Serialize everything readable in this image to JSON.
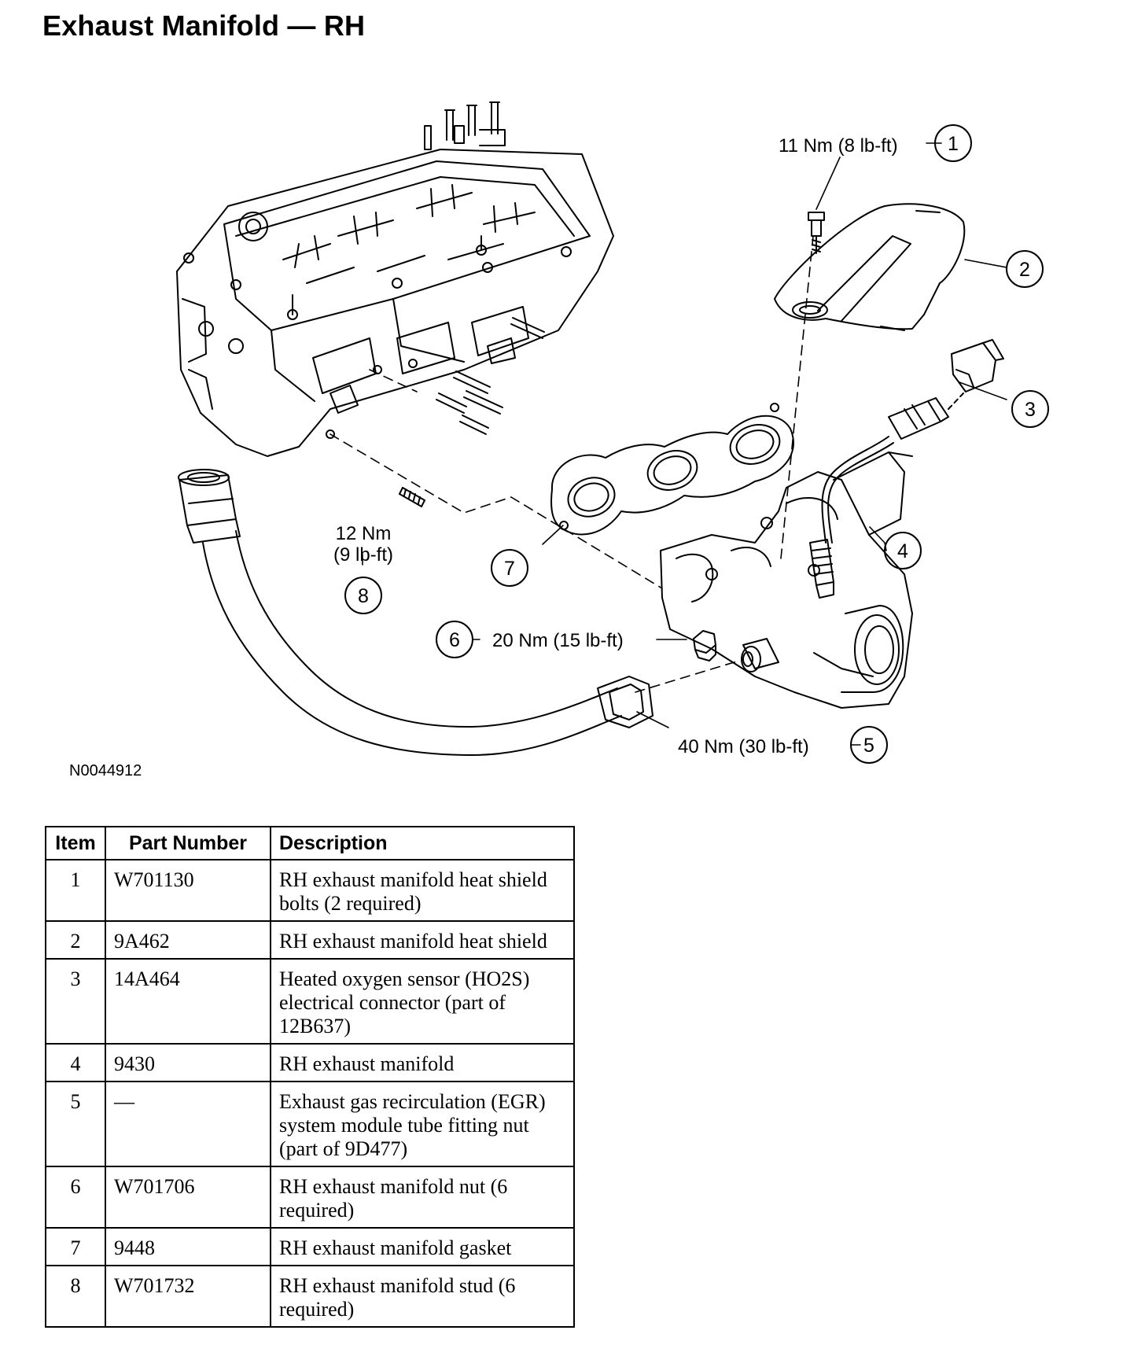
{
  "title": "Exhaust Manifold — RH",
  "figure_id": "N0044912",
  "callouts": [
    {
      "n": "1",
      "torque": "11 Nm (8 lb-ft)"
    },
    {
      "n": "2",
      "torque": ""
    },
    {
      "n": "3",
      "torque": ""
    },
    {
      "n": "4",
      "torque": ""
    },
    {
      "n": "5",
      "torque": "40 Nm (30 lb-ft)"
    },
    {
      "n": "6",
      "torque": "20 Nm (15 lb-ft)"
    },
    {
      "n": "7",
      "torque": ""
    },
    {
      "n": "8",
      "torque": "12 Nm",
      "torque_line2": "(9 lb-ft)"
    }
  ],
  "table": {
    "headers": [
      "Item",
      "Part Number",
      "Description"
    ],
    "rows": [
      {
        "item": "1",
        "part": "W701130",
        "desc": "RH exhaust manifold heat shield bolts (2 required)"
      },
      {
        "item": "2",
        "part": "9A462",
        "desc": "RH exhaust manifold heat shield"
      },
      {
        "item": "3",
        "part": "14A464",
        "desc": "Heated oxygen sensor (HO2S) electrical connector (part of 12B637)"
      },
      {
        "item": "4",
        "part": "9430",
        "desc": "RH exhaust manifold"
      },
      {
        "item": "5",
        "part": "—",
        "desc": "Exhaust gas recirculation (EGR) system module tube fitting nut (part of 9D477)"
      },
      {
        "item": "6",
        "part": "W701706",
        "desc": "RH exhaust manifold nut (6 required)"
      },
      {
        "item": "7",
        "part": "9448",
        "desc": "RH exhaust manifold gasket"
      },
      {
        "item": "8",
        "part": "W701732",
        "desc": "RH exhaust manifold stud (6 required)"
      }
    ]
  }
}
